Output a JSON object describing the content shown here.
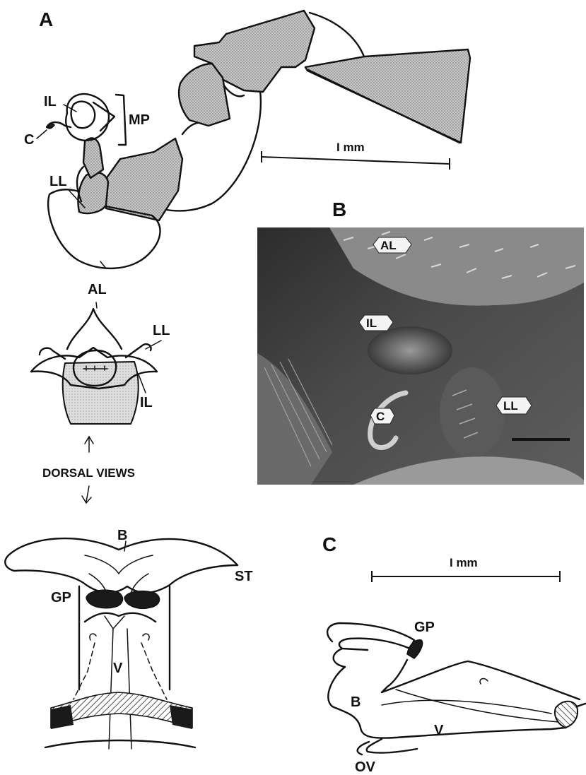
{
  "panels": {
    "a": {
      "letter": "A",
      "labels": {
        "il": "IL",
        "c": "C",
        "mp": "MP",
        "ll": "LL",
        "scale": "I mm"
      }
    },
    "dorsal_top": {
      "labels": {
        "al": "AL",
        "ll": "LL",
        "il": "IL"
      }
    },
    "dorsal_caption": "DORSAL VIEWS",
    "dorsal_bottom": {
      "labels": {
        "b": "B",
        "st": "ST",
        "gp": "GP",
        "v": "V"
      }
    },
    "b": {
      "letter": "B",
      "tags": {
        "al": "AL",
        "il": "IL",
        "c": "C",
        "ll": "LL"
      }
    },
    "c": {
      "letter": "C",
      "labels": {
        "scale": "I mm",
        "gp": "GP",
        "b": "B",
        "v": "V",
        "ov": "OV"
      }
    }
  },
  "colors": {
    "ink": "#111111",
    "sem_background": "#3a3a3a",
    "paper": "#ffffff"
  }
}
